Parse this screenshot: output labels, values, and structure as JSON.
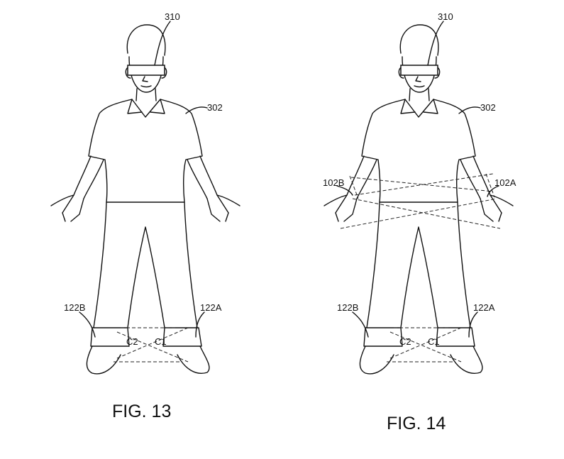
{
  "figures": [
    {
      "caption": "FIG. 13",
      "labels": {
        "headset": "310",
        "user": "302",
        "sensor_left_ankle": "122B",
        "sensor_right_ankle": "122A",
        "c2": "C2",
        "c1": "C1"
      }
    },
    {
      "caption": "FIG. 14",
      "labels": {
        "headset": "310",
        "user": "302",
        "sensor_left_wrist": "102B",
        "sensor_right_wrist": "102A",
        "sensor_left_ankle": "122B",
        "sensor_right_ankle": "122A",
        "c2": "C2",
        "c1": "C1"
      }
    }
  ]
}
